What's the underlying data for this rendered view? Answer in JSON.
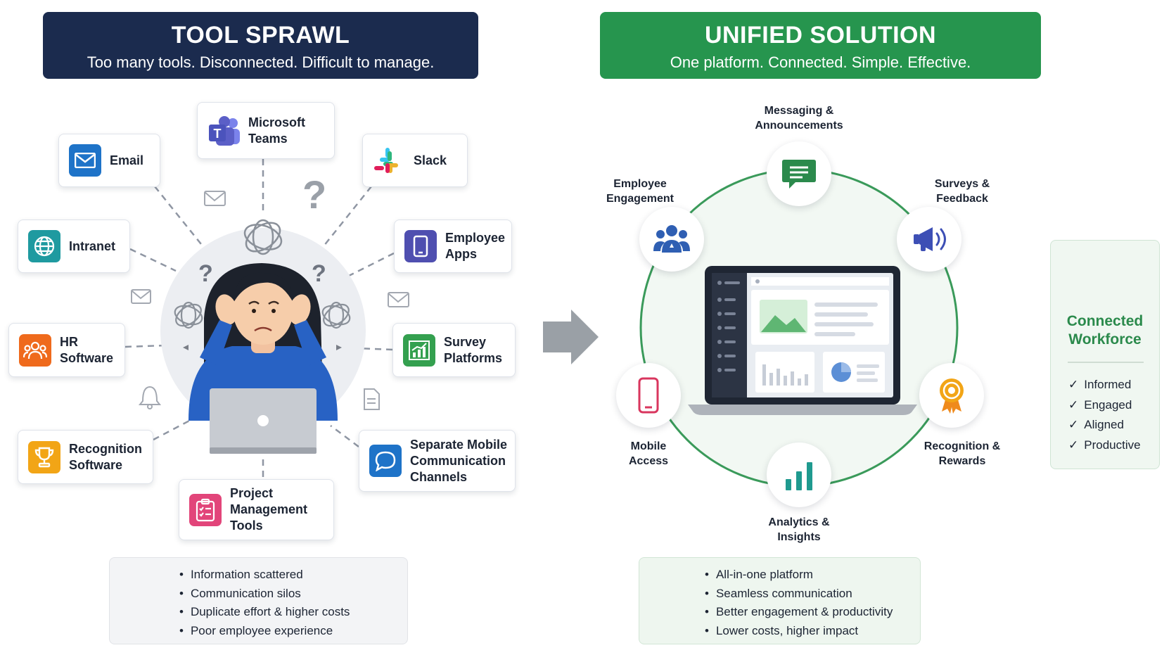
{
  "left_banner": {
    "title": "TOOL SPRAWL",
    "subtitle": "Too many tools. Disconnected. Difficult to manage.",
    "color": "#1b2b4e"
  },
  "right_banner": {
    "title": "UNIFIED SOLUTION",
    "subtitle": "One platform. Connected. Simple. Effective.",
    "color": "#26954e"
  },
  "tools": [
    {
      "label": "Microsoft\nTeams",
      "icon": "microsoft-teams-icon",
      "color": "#5b5fc7"
    },
    {
      "label": "Email",
      "icon": "email-icon",
      "color": "#1e73c8"
    },
    {
      "label": "Slack",
      "icon": "slack-icon",
      "color": "#e01e5a"
    },
    {
      "label": "Intranet",
      "icon": "globe-icon",
      "color": "#1f9aa0"
    },
    {
      "label": "Employee\nApps",
      "icon": "mobile-app-icon",
      "color": "#4f4fb0"
    },
    {
      "label": "HR\nSoftware",
      "icon": "people-group-icon",
      "color": "#ef6a1c"
    },
    {
      "label": "Survey\nPlatforms",
      "icon": "chart-growth-icon",
      "color": "#34a04f"
    },
    {
      "label": "Recognition\nSoftware",
      "icon": "trophy-icon",
      "color": "#f2a516"
    },
    {
      "label": "Separate Mobile\nCommunication\nChannels",
      "icon": "chat-bubble-icon",
      "color": "#1e73c8"
    },
    {
      "label": "Project\nManagement\nTools",
      "icon": "clipboard-icon",
      "color": "#e2457a"
    }
  ],
  "sprawl_problems": [
    "Information scattered",
    "Communication silos",
    "Duplicate effort & higher costs",
    "Poor employee experience"
  ],
  "platform_features": [
    {
      "label": "Messaging &\nAnnouncements",
      "icon": "message-icon",
      "color": "#2b8a4c"
    },
    {
      "label": "Employee\nEngagement",
      "icon": "team-icon",
      "color": "#2f5fb3"
    },
    {
      "label": "Surveys &\nFeedback",
      "icon": "megaphone-icon",
      "color": "#3d4fb5"
    },
    {
      "label": "Mobile\nAccess",
      "icon": "smartphone-icon",
      "color": "#d9365e"
    },
    {
      "label": "Recognition &\nRewards",
      "icon": "award-ribbon-icon",
      "color": "#ef8a1c"
    },
    {
      "label": "Analytics &\nInsights",
      "icon": "bar-chart-icon",
      "color": "#1f9a8f"
    }
  ],
  "solution_benefits": [
    "All-in-one platform",
    "Seamless communication",
    "Better engagement & productivity",
    "Lower costs, higher impact"
  ],
  "workforce": {
    "title": "Connected\nWorkforce",
    "items": [
      "Informed",
      "Engaged",
      "Aligned",
      "Productive"
    ],
    "color": "#2b8a4c"
  },
  "colors": {
    "warning": "#d9442f",
    "success": "#26954e",
    "ring": "#3a9a5a",
    "person_shirt": "#2862c4"
  },
  "decor": {
    "question_mark": "?"
  }
}
